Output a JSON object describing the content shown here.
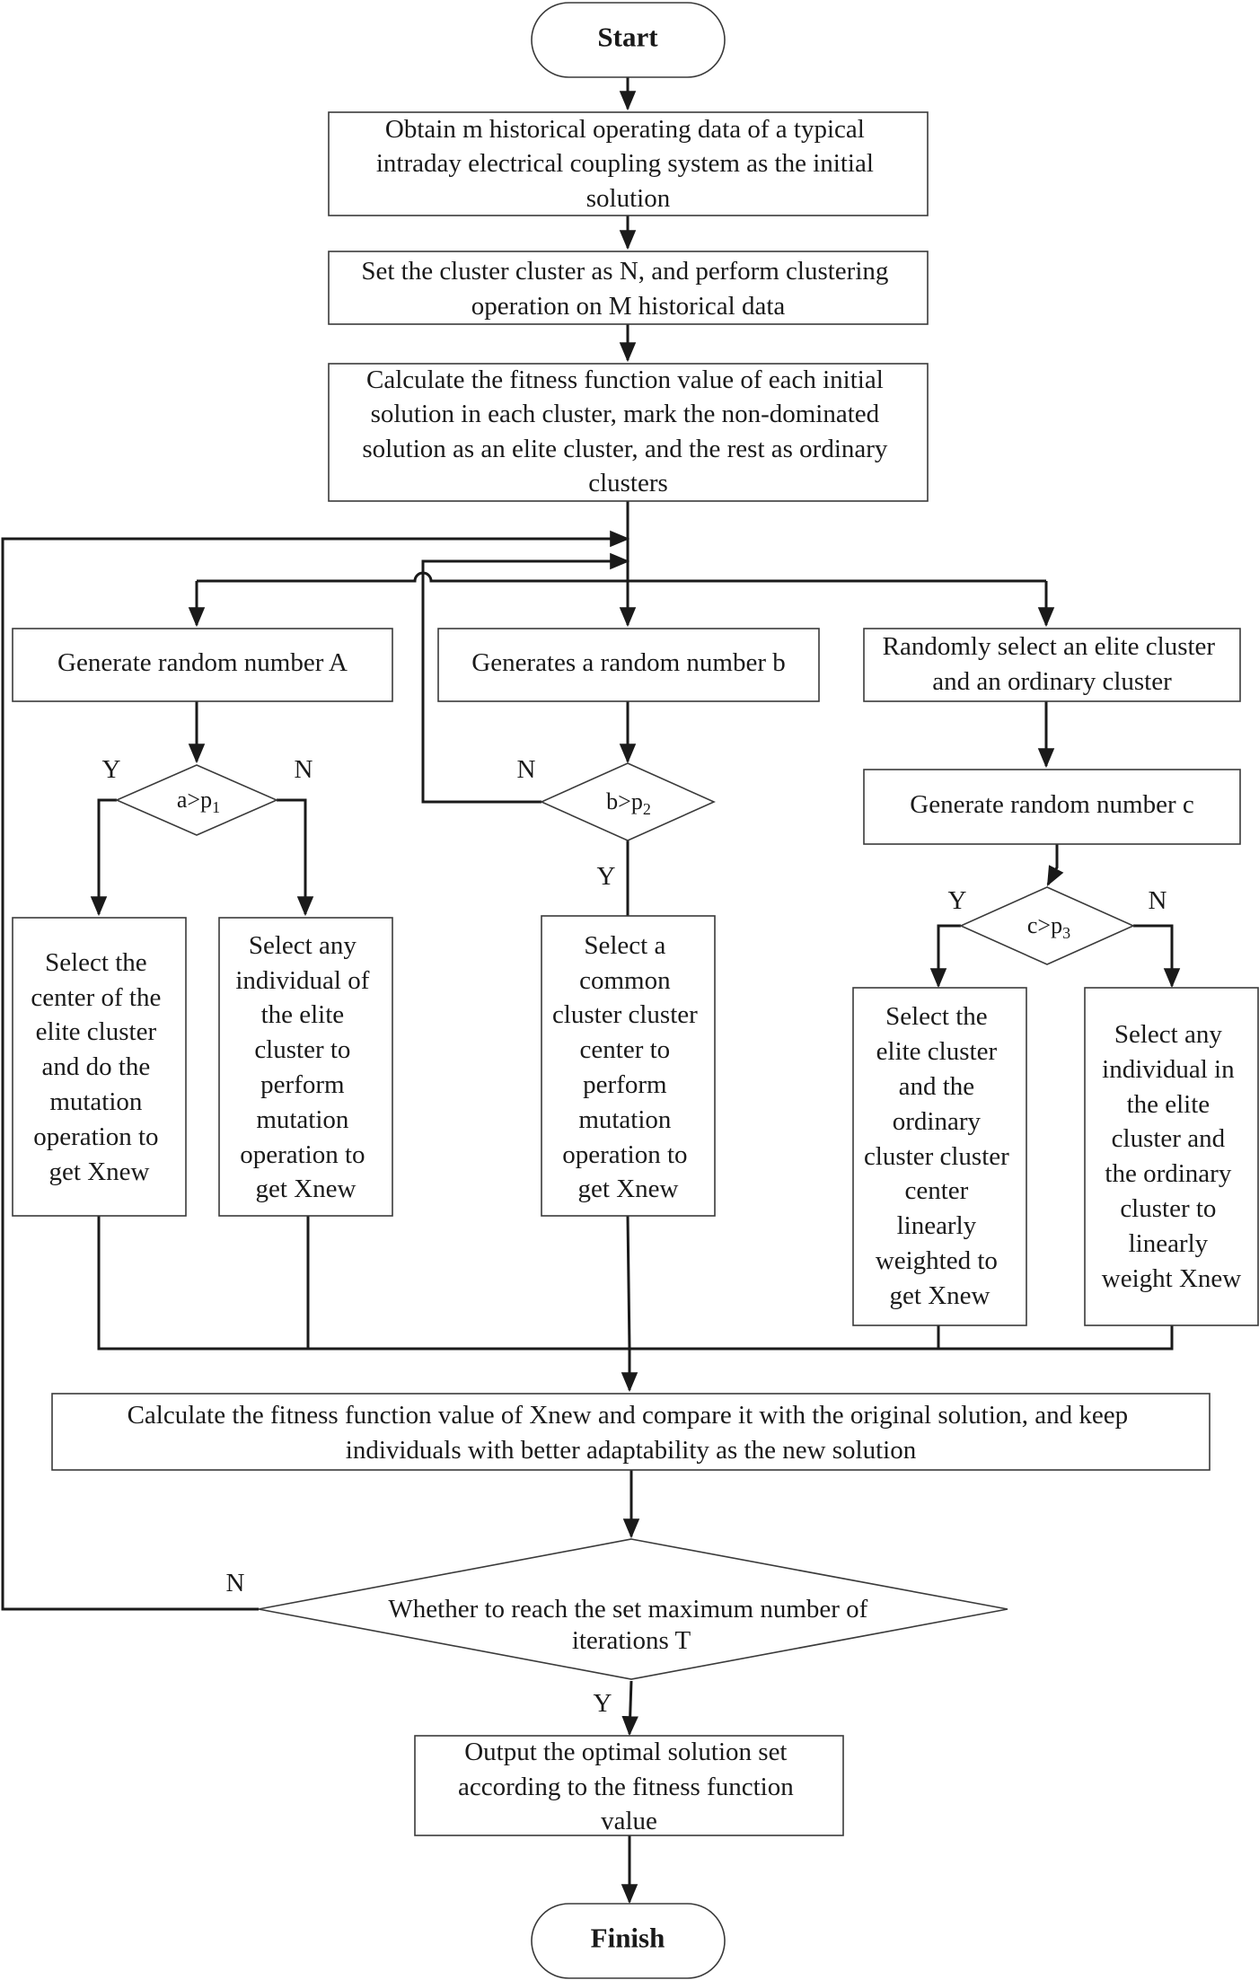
{
  "start": {
    "label": "Start"
  },
  "finish": {
    "label": "Finish"
  },
  "init": {
    "lines": [
      "Obtain m historical operating data of a typical",
      "intraday electrical coupling system as the initial",
      "solution"
    ]
  },
  "cluster": {
    "lines": [
      "Set the cluster cluster as N, and perform clustering",
      "operation on M historical data"
    ]
  },
  "fitness_init": {
    "lines": [
      "Calculate the fitness function value of each initial",
      "solution in each cluster, mark the non-dominated",
      "solution as an elite cluster, and the rest as ordinary",
      "clusters"
    ]
  },
  "branch_a": {
    "generate": "Generate random number A",
    "decision": {
      "main": "a>p",
      "sub": "1"
    },
    "yes_label": "Y",
    "no_label": "N",
    "yes_box": [
      "Select the",
      "center of the",
      "elite cluster",
      "and do the",
      "mutation",
      "operation to",
      "get Xnew"
    ],
    "no_box": [
      "Select any",
      "individual of",
      "the elite",
      "cluster to",
      "perform",
      "mutation",
      "operation to",
      "get Xnew"
    ]
  },
  "branch_b": {
    "generate": "Generates a random number b",
    "decision": {
      "main": "b>p",
      "sub": "2"
    },
    "yes_label": "Y",
    "no_label": "N",
    "yes_box": [
      "Select a",
      "common",
      "cluster cluster",
      "center to",
      "perform",
      "mutation",
      "operation to",
      "get Xnew"
    ]
  },
  "branch_c": {
    "select": [
      "Randomly select an elite cluster",
      "and an ordinary cluster"
    ],
    "generate": "Generate random number c",
    "decision": {
      "main": "c>p",
      "sub": "3"
    },
    "yes_label": "Y",
    "no_label": "N",
    "yes_box": [
      "Select the",
      "elite cluster",
      "and the",
      "ordinary",
      "cluster cluster",
      "center",
      "linearly",
      "weighted to",
      "get Xnew"
    ],
    "no_box": [
      "Select any",
      "individual in",
      "the elite",
      "cluster and",
      "the ordinary",
      "cluster to",
      "linearly",
      "weight Xnew"
    ]
  },
  "compare": {
    "lines": [
      "Calculate the fitness function value of Xnew and compare it with the original solution, and keep",
      "individuals with better adaptability as the new solution"
    ]
  },
  "termination": {
    "lines": [
      "Whether to reach the set maximum number of",
      "iterations T"
    ],
    "no_label": "N",
    "yes_label": "Y"
  },
  "output": {
    "lines": [
      "Output the optimal solution set",
      "according to the fitness function",
      "value"
    ]
  }
}
